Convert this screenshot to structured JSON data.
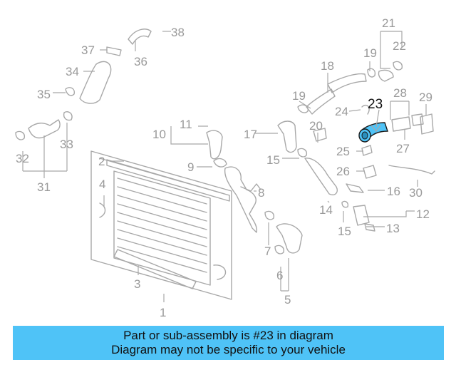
{
  "diagram": {
    "labels": [
      "1",
      "2",
      "3",
      "4",
      "5",
      "6",
      "7",
      "8",
      "9",
      "10",
      "11",
      "12",
      "13",
      "14",
      "15",
      "15",
      "16",
      "17",
      "18",
      "19",
      "19",
      "20",
      "21",
      "22",
      "23",
      "24",
      "25",
      "26",
      "27",
      "28",
      "29",
      "30",
      "31",
      "32",
      "33",
      "34",
      "35",
      "36",
      "37",
      "38"
    ],
    "highlighted_label": "23",
    "colors": {
      "highlight": "#4fc3f7",
      "parts": "#a8a8a8",
      "labels": "#9a9a9a",
      "banner_bg": "#4fc3f7"
    }
  },
  "banner": {
    "line1": "Part or sub-assembly is #23 in diagram",
    "line2": "Diagram may not be specific to your vehicle"
  }
}
